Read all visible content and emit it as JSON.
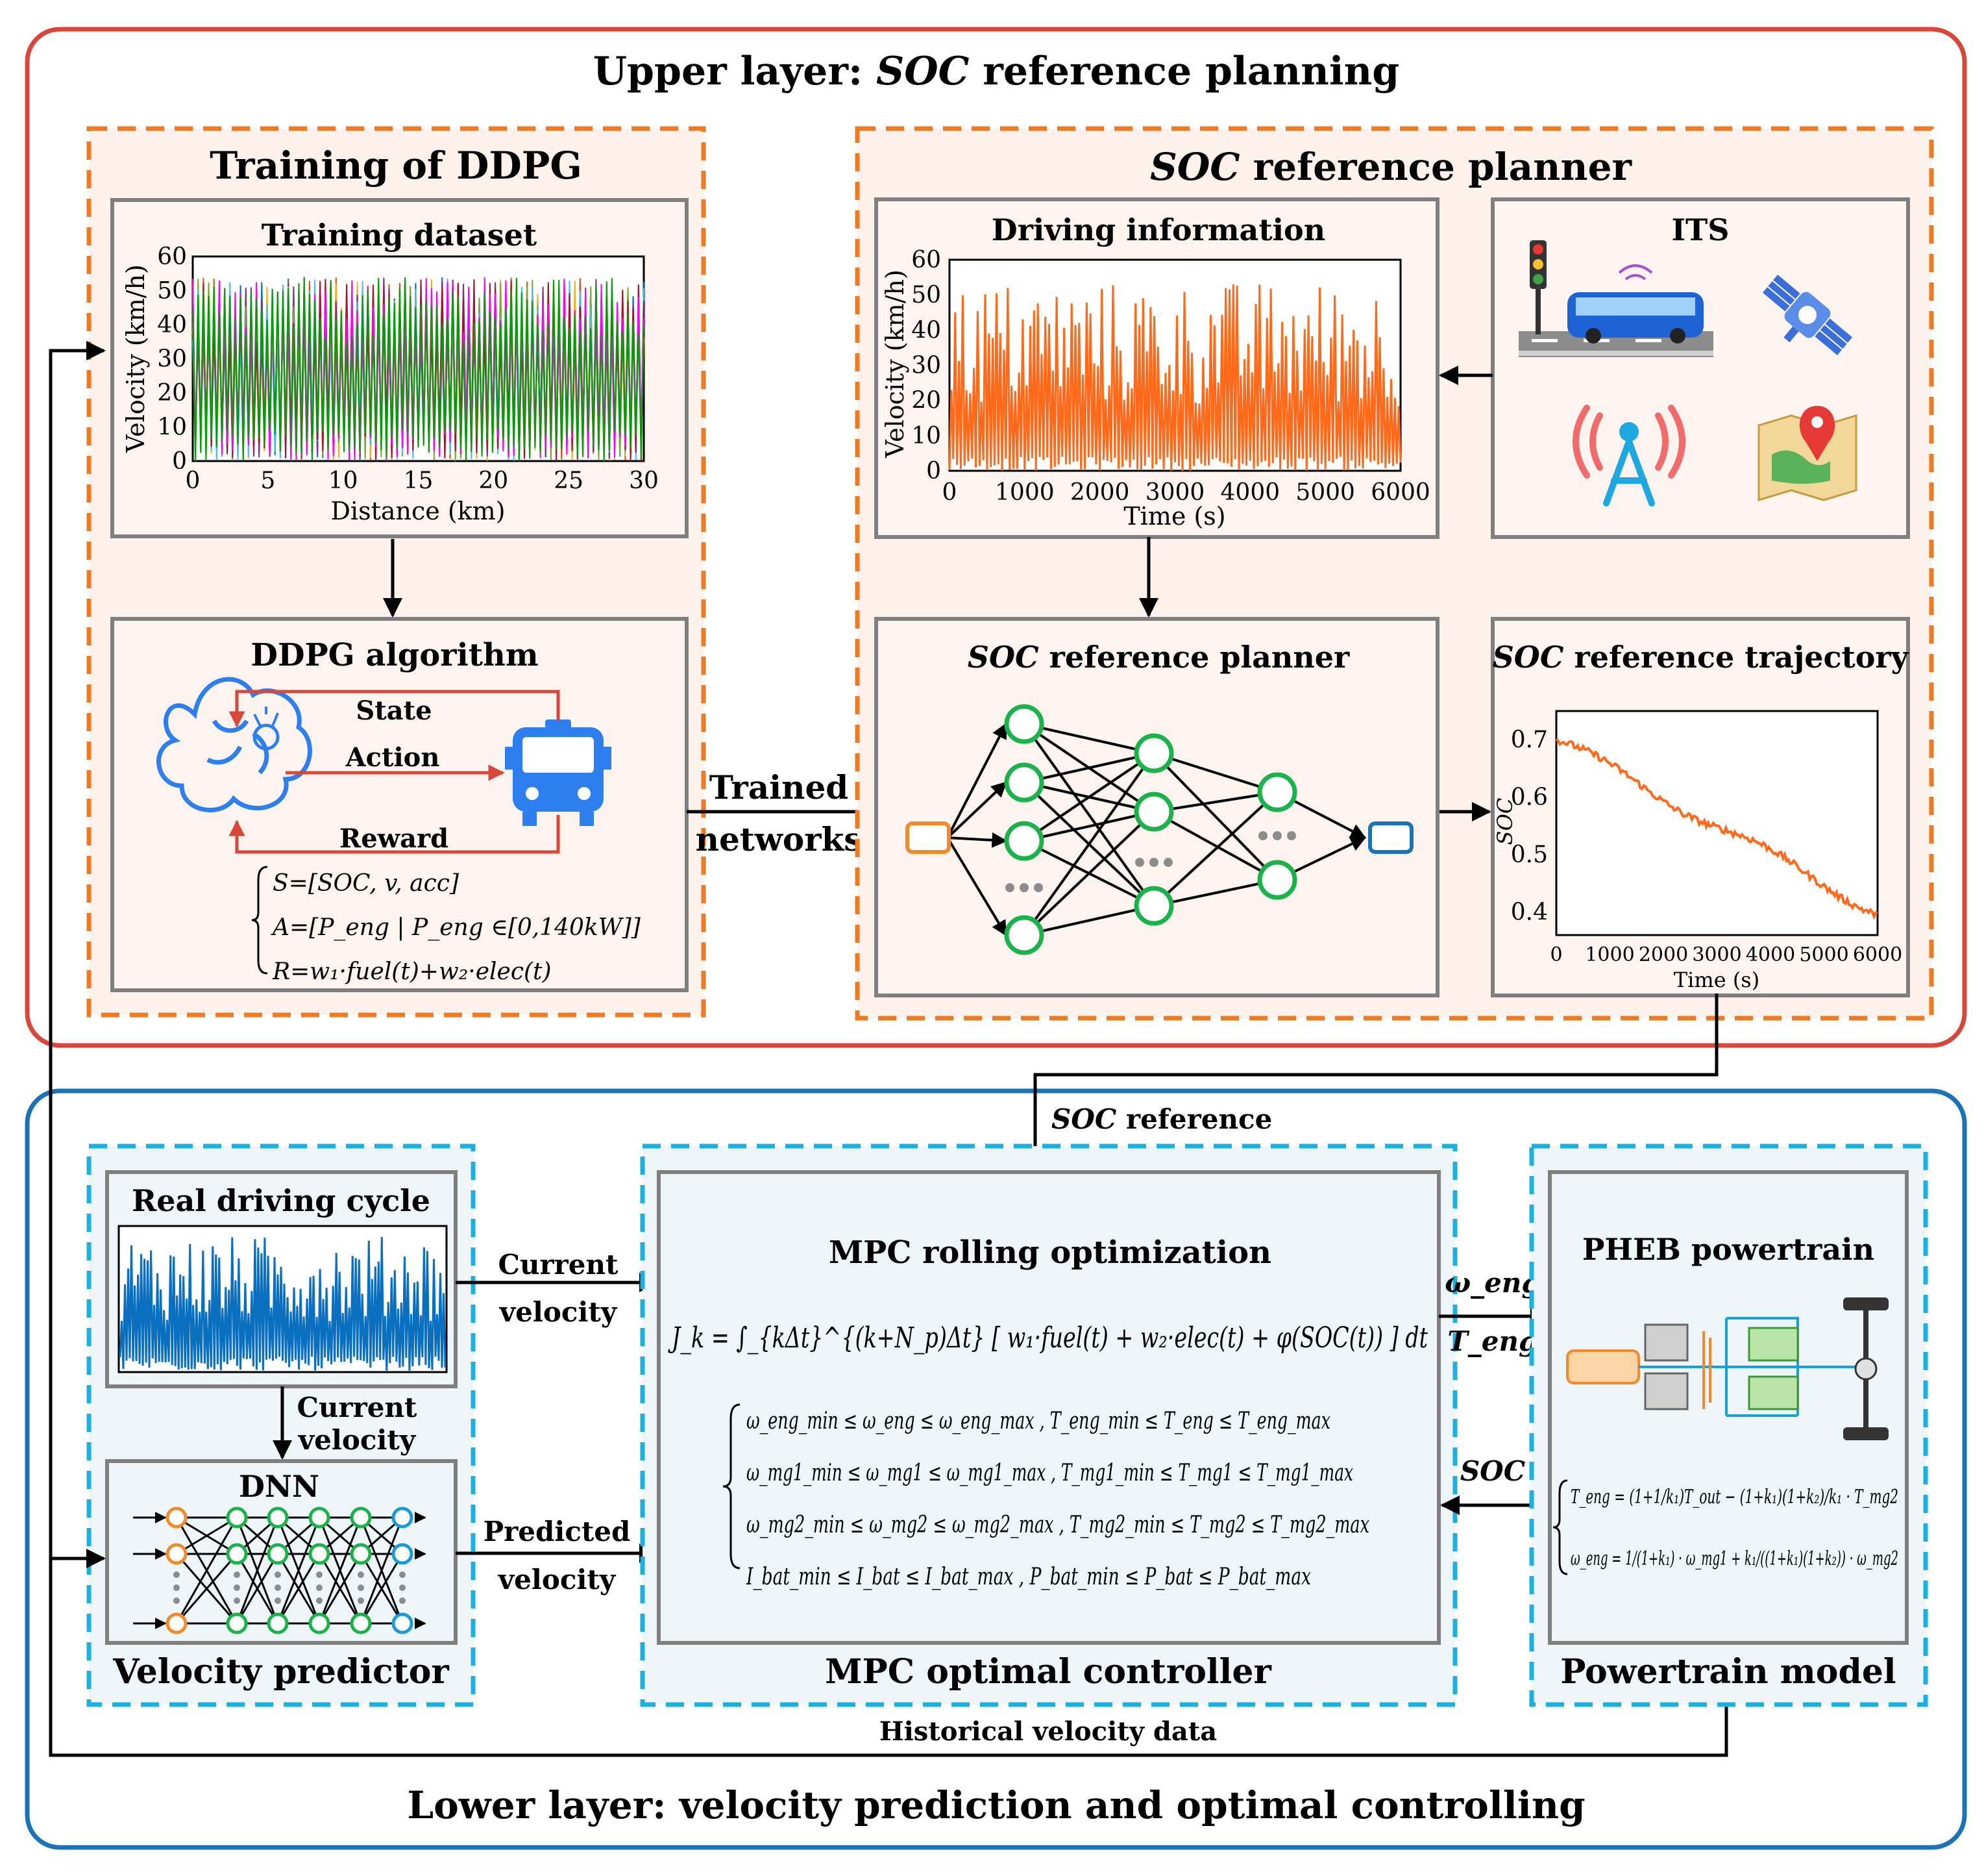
{
  "upper_layer": {
    "title_prefix": "Upper layer: ",
    "title_italic": "SOC",
    "title_suffix": " reference planning",
    "training": {
      "title": "Training of DDPG",
      "dataset_title": "Training dataset",
      "dataset_ylabel": "Velocity (km/h)",
      "dataset_xlabel": "Distance (km)",
      "dataset_yticks": [
        "0",
        "10",
        "20",
        "30",
        "40",
        "50",
        "60"
      ],
      "dataset_xticks": [
        "0",
        "5",
        "10",
        "15",
        "20",
        "25",
        "30"
      ],
      "algo_title": "DDPG algorithm",
      "state_label": "State",
      "action_label": "Action",
      "reward_label": "Reward",
      "eq_s": "S=[SOC, v, acc]",
      "eq_a": "A=[P_eng | P_eng ∈[0,140kW]]",
      "eq_r": "R=w₁·fuel(t)+w₂·elec(t)"
    },
    "trained_label_1": "Trained",
    "trained_label_2": "networks",
    "planner": {
      "title_italic": "SOC",
      "title_suffix": " reference planner",
      "driving_title": "Driving information",
      "driving_ylabel": "Velocity (km/h)",
      "driving_xlabel": "Time (s)",
      "driving_yticks": [
        "0",
        "10",
        "20",
        "30",
        "40",
        "50",
        "60"
      ],
      "driving_xticks": [
        "0",
        "1000",
        "2000",
        "3000",
        "4000",
        "5000",
        "6000"
      ],
      "its_title": "ITS",
      "nn_title_italic": "SOC",
      "nn_title_suffix": " reference planner",
      "traj_title_italic": "SOC",
      "traj_title_suffix": " reference trajectory",
      "traj_ylabel": "SOC",
      "traj_xlabel": "Time (s)",
      "traj_yticks": [
        "0.4",
        "0.5",
        "0.6",
        "0.7"
      ],
      "traj_xticks": [
        "0",
        "1000",
        "2000",
        "3000",
        "4000",
        "5000",
        "6000"
      ]
    }
  },
  "lower_layer": {
    "title": "Lower layer: velocity prediction and optimal controlling",
    "soc_reference_italic": "SOC",
    "soc_reference_suffix": " reference",
    "predictor": {
      "real_cycle_title": "Real driving cycle",
      "current_velocity_1": "Current",
      "current_velocity_2": "velocity",
      "dnn_title": "DNN",
      "footer": "Velocity predictor"
    },
    "arrow_current_1": "Current",
    "arrow_current_2": "velocity",
    "arrow_predicted_1": "Predicted",
    "arrow_predicted_2": "velocity",
    "mpc": {
      "title": "MPC rolling optimization",
      "objective": "J_k = ∫_{kΔt}^{(k+N_p)Δt} [ w₁·fuel(t) + w₂·elec(t) + φ(SOC(t)) ] dt",
      "c1": "ω_eng_min ≤ ω_eng ≤ ω_eng_max , T_eng_min ≤ T_eng ≤ T_eng_max",
      "c2": "ω_mg1_min ≤ ω_mg1 ≤ ω_mg1_max , T_mg1_min ≤ T_mg1 ≤ T_mg1_max",
      "c3": "ω_mg2_min ≤ ω_mg2 ≤ ω_mg2_max , T_mg2_min ≤ T_mg2 ≤ T_mg2_max",
      "c4": "I_bat_min ≤ I_bat ≤ I_bat_max , P_bat_min ≤ P_bat ≤ P_bat_max",
      "footer": "MPC optimal controller"
    },
    "omega_eng": "ω_eng",
    "t_eng": "T_eng",
    "soc_feedback": "SOC",
    "powertrain": {
      "title": "PHEB powertrain",
      "eq1": "T_eng = (1+1/k₁)T_out − (1+k₁)(1+k₂)/k₁ · T_mg2",
      "eq2": "ω_eng = 1/(1+k₁) · ω_mg1 + k₁/((1+k₁)(1+k₂)) · ω_mg2",
      "footer": "Powertrain model"
    },
    "historical_label": "Historical velocity data"
  },
  "colors": {
    "upper_border": "#d9473b",
    "upper_inner": "#f07a22",
    "lower_border": "#1a72b8",
    "lower_inner": "#1ab0e0",
    "upper_fill": "#fdf1ec",
    "lower_fill": "#eef5f8",
    "panel_border": "#7f7f7f",
    "orange_series": "#ff6a1a",
    "blue_series": "#0a6fbf",
    "node_green": "#19b34a",
    "arrow_red": "#d9473b"
  }
}
